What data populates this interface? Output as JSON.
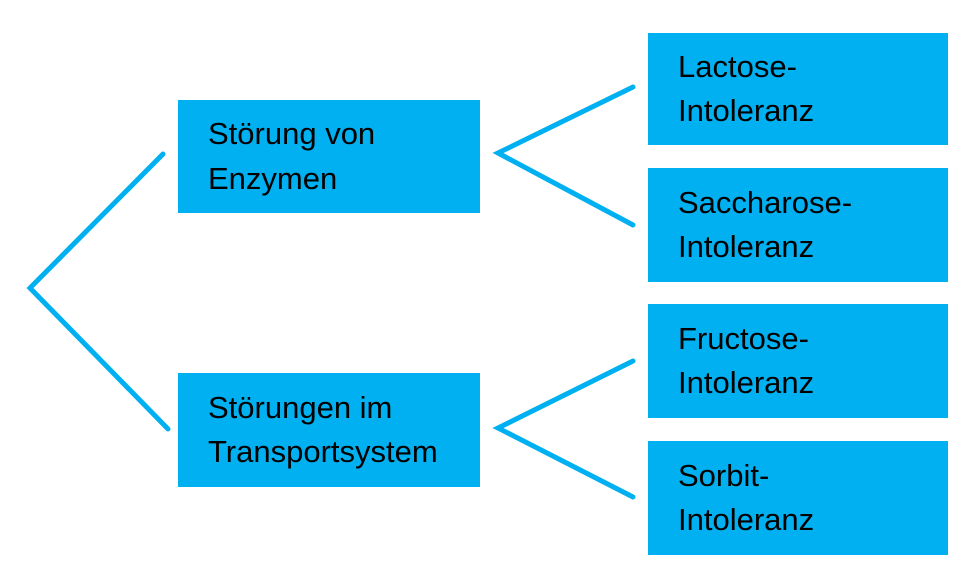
{
  "colors": {
    "accent": "#00b0f0",
    "text": "#000000",
    "background": "#ffffff"
  },
  "diagram": {
    "type": "tree",
    "direction": "left-to-right",
    "branches": [
      {
        "label": "Störung von\nEnzymen",
        "children": [
          {
            "label": "Lactose-\nIntoleranz"
          },
          {
            "label": "Saccharose-\nIntoleranz"
          }
        ]
      },
      {
        "label": "Störungen im\nTransportsystem",
        "children": [
          {
            "label": "Fructose-\nIntoleranz"
          },
          {
            "label": "Sorbit-\nIntoleranz"
          }
        ]
      }
    ]
  }
}
